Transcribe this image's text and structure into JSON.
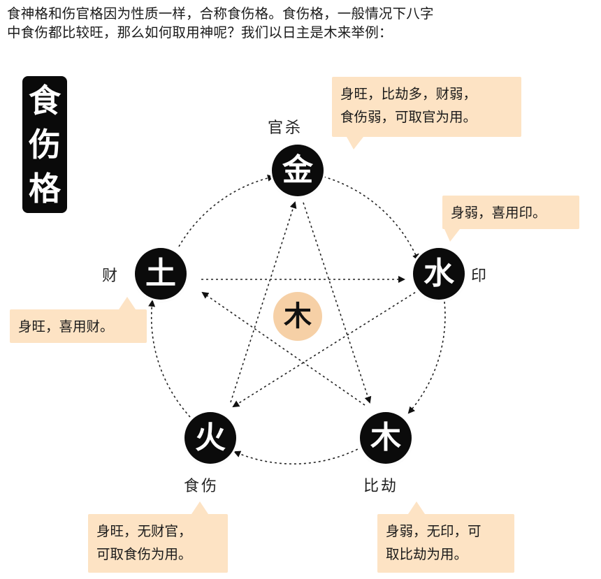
{
  "intro": {
    "line1": "食神格和伤官格因为性质一样，合称食伤格。食伤格，一般情况下八字",
    "line2": "中食伤都比较旺，那么如何取用神呢？我们以日主是木来举例："
  },
  "title_chars": [
    "食",
    "伤",
    "格"
  ],
  "center": "木",
  "nodes": {
    "top": {
      "char": "金",
      "label": "官杀"
    },
    "right": {
      "char": "水",
      "label": "印"
    },
    "bottom_right": {
      "char": "木",
      "label": "比劫"
    },
    "bottom_left": {
      "char": "火",
      "label": "食伤"
    },
    "left": {
      "char": "土",
      "label": "财"
    }
  },
  "bubbles": {
    "top": [
      "身旺，比劫多，财弱，",
      "食伤弱，可取官为用。"
    ],
    "right": [
      "身弱，喜用印。"
    ],
    "left": [
      "身旺，喜用财。"
    ],
    "bottom_left": [
      "身旺，无财官，",
      "可取食伤为用。"
    ],
    "bottom_right": [
      "身弱，无印，可",
      "取比劫为用。"
    ]
  },
  "colors": {
    "node_fill": "#0b0b0b",
    "center_fill": "#f6d0a6",
    "bubble_fill": "#fde3c4",
    "line": "#222222"
  }
}
